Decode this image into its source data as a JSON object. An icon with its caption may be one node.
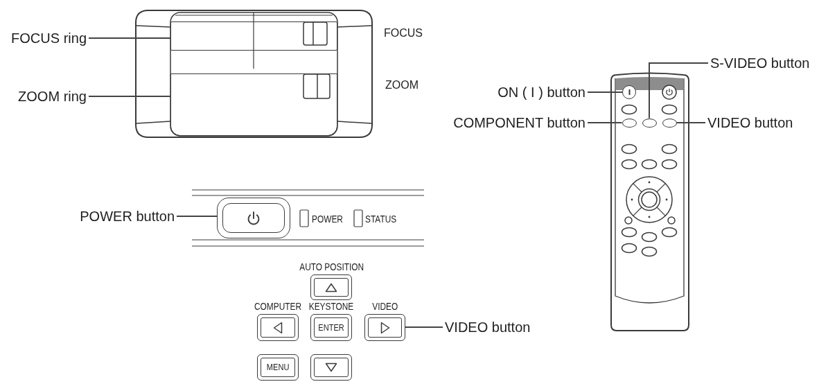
{
  "diagram": {
    "nodes": [
      {
        "text": [
          "FOCUS ring"
        ]
      },
      {
        "text": [],
        "shape": "box"
      },
      {
        "text": [
          "ZOOM ring"
        ]
      },
      {
        "text": [],
        "shape": "box"
      },
      {
        "text": [
          "POWER button"
        ]
      },
      {
        "text": [],
        "shape": "box"
      },
      {
        "text": [],
        "shape": "box",
        "beside": [
          "AUTO POSITION"
        ]
      },
      {
        "text": [],
        "shape": "box",
        "beside": [
          "COMPUTER"
        ]
      },
      {
        "text": [
          "ENTER"
        ],
        "beside": [
          "KEYSTONE"
        ]
      },
      {
        "text": [],
        "shape": "box",
        "beside": [
          "VIDEO"
        ]
      },
      {
        "text": [
          "VIDEO button"
        ]
      },
      {
        "text": [
          "MENU"
        ]
      },
      {
        "text": [],
        "shape": "box"
      },
      {
        "text": [
          "S-VIDEO button"
        ]
      },
      {
        "text": [
          "ON ( I ) button"
        ]
      },
      {
        "text": [],
        "shape": "circle"
      },
      {
        "text": [
          "COMPONENT button"
        ]
      },
      {
        "text": [],
        "shape": "ellipse"
      },
      {
        "text": [],
        "shape": "ellipse"
      },
      {
        "text": [],
        "shape": "ellipse"
      },
      {
        "text": [
          "VIDEO button"
        ]
      }
    ],
    "edges": [
      {
        "from": 0,
        "to": 1,
        "arrow": "none"
      },
      {
        "from": 2,
        "to": 3,
        "arrow": "none"
      },
      {
        "from": 4,
        "to": 5,
        "arrow": "none"
      },
      {
        "from": 10,
        "to": 9,
        "arrow": "none"
      },
      {
        "from": 13,
        "to": 18,
        "arrow": "none"
      },
      {
        "from": 14,
        "to": 15,
        "arrow": "none"
      },
      {
        "from": 16,
        "to": 17,
        "arrow": "none"
      },
      {
        "from": 20,
        "to": 19,
        "arrow": "none"
      }
    ],
    "labels": [
      "FOCUS",
      "ZOOM",
      "POWER",
      "STATUS"
    ]
  }
}
